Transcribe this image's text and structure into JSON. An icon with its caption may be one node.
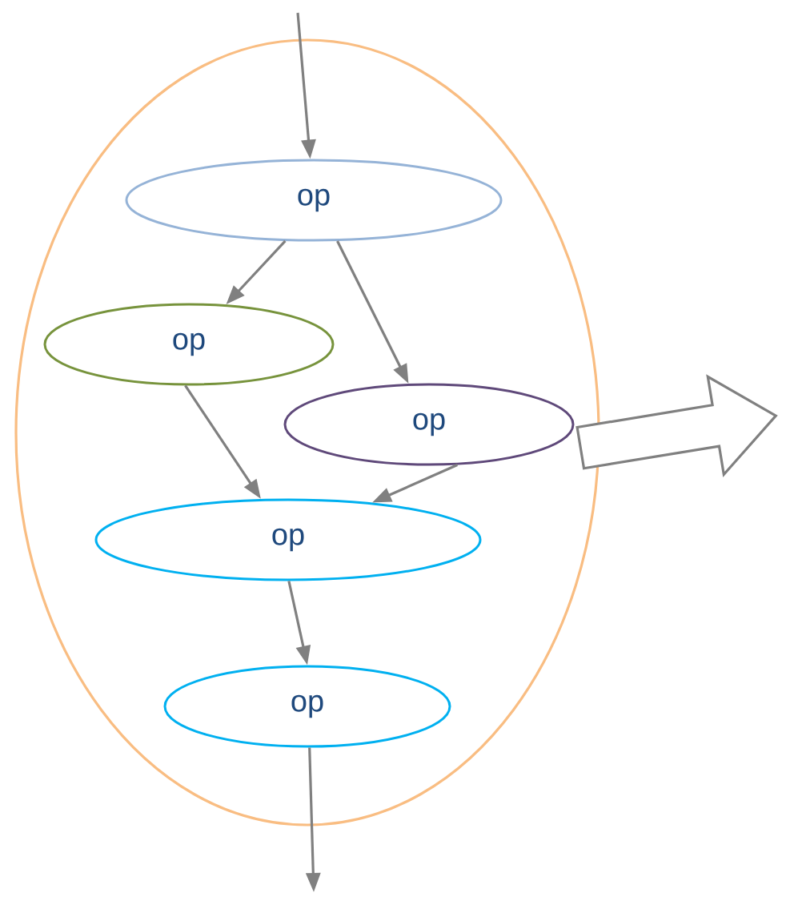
{
  "diagram": {
    "nodes": [
      {
        "text": [],
        "shape": "ellipse"
      },
      {
        "text": [
          "op"
        ],
        "in": 0
      },
      {
        "text": [
          "op"
        ],
        "in": 0
      },
      {
        "text": [
          "op"
        ],
        "in": 0
      },
      {
        "text": [
          "op"
        ],
        "in": 0
      },
      {
        "text": [
          "op"
        ],
        "in": 0
      }
    ],
    "edges": [
      {
        "from": null,
        "to": 1,
        "arrow": "to"
      },
      {
        "from": 1,
        "to": 2,
        "arrow": "to"
      },
      {
        "from": 1,
        "to": 3,
        "arrow": "to"
      },
      {
        "from": 2,
        "to": 4,
        "arrow": "to"
      },
      {
        "from": 3,
        "to": 4,
        "arrow": "to"
      },
      {
        "from": 4,
        "to": 5,
        "arrow": "to"
      },
      {
        "from": 5,
        "to": null,
        "arrow": "to"
      },
      {
        "from": 0,
        "to": null,
        "arrow": "to",
        "style": "thick"
      }
    ]
  }
}
